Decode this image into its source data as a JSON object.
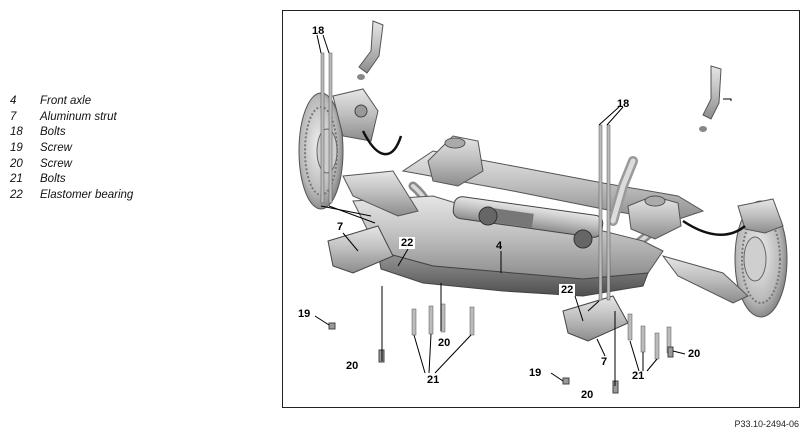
{
  "legend": [
    {
      "num": "4",
      "text": "Front axle"
    },
    {
      "num": "7",
      "text": "Aluminum strut"
    },
    {
      "num": "18",
      "text": "Bolts"
    },
    {
      "num": "19",
      "text": "Screw"
    },
    {
      "num": "20",
      "text": "Screw"
    },
    {
      "num": "21",
      "text": "Bolts"
    },
    {
      "num": "22",
      "text": "Elastomer bearing"
    }
  ],
  "callouts": {
    "c18a": "18",
    "c18b": "18",
    "c7a": "7",
    "c7b": "7",
    "c22a": "22",
    "c22b": "22",
    "c4": "4",
    "c19a": "19",
    "c19b": "19",
    "c20a": "20",
    "c20b": "20",
    "c20c": "20",
    "c20d": "20",
    "c21a": "21",
    "c21b": "21"
  },
  "figure_id": "P33.10-2494-06",
  "colors": {
    "frame": "#222222",
    "metal_light": "#d8d8d8",
    "metal_mid": "#b5b5b5",
    "metal_dark": "#6e6e6e",
    "line": "#000000"
  }
}
